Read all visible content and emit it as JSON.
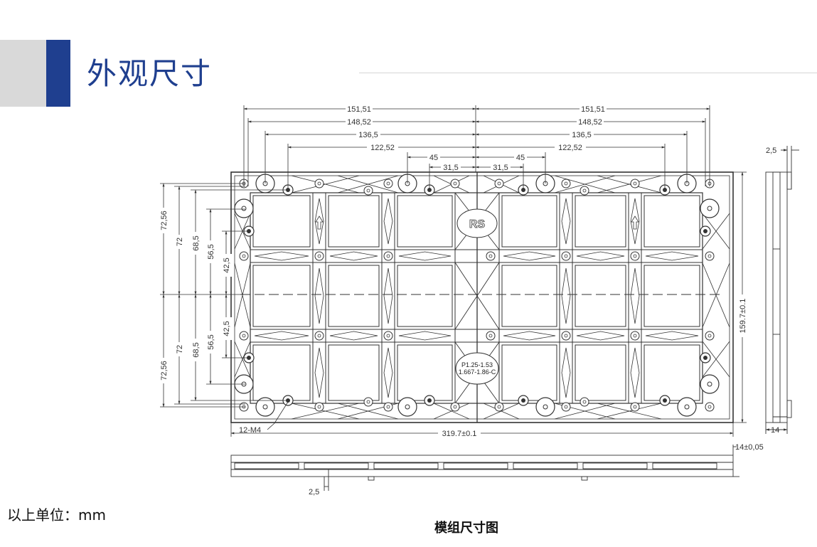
{
  "page": {
    "title": "外观尺寸",
    "unit_note": "以上单位：mm",
    "caption": "模组尺寸图"
  },
  "drawing": {
    "top_dims": {
      "left": [
        "151,51",
        "148,52",
        "136,5",
        "122,52",
        "45",
        "31,5"
      ],
      "right": [
        "151,51",
        "148,52",
        "136,5",
        "122,52",
        "45",
        "31,5"
      ]
    },
    "left_dims": {
      "upper": [
        "72,56",
        "72",
        "68,5",
        "56,5",
        "42,5"
      ],
      "lower": [
        "72,56",
        "72",
        "68,5",
        "56,5",
        "42,5"
      ]
    },
    "overall_width": "319.7±0.1",
    "overall_height": "159.7±0.1",
    "hole_label": "12-M4",
    "side_offset": "2,5",
    "side_thickness": "14",
    "bottom_thickness": "14±0,05",
    "bottom_offset": "2,5",
    "logo_text": "RS",
    "label_line1": "P1.25-1.53",
    "label_line2": "1.667-1.86-C"
  },
  "colors": {
    "accent_blue": "#1f3f8f",
    "header_gray": "#d9d9d9",
    "line": "#333333"
  }
}
